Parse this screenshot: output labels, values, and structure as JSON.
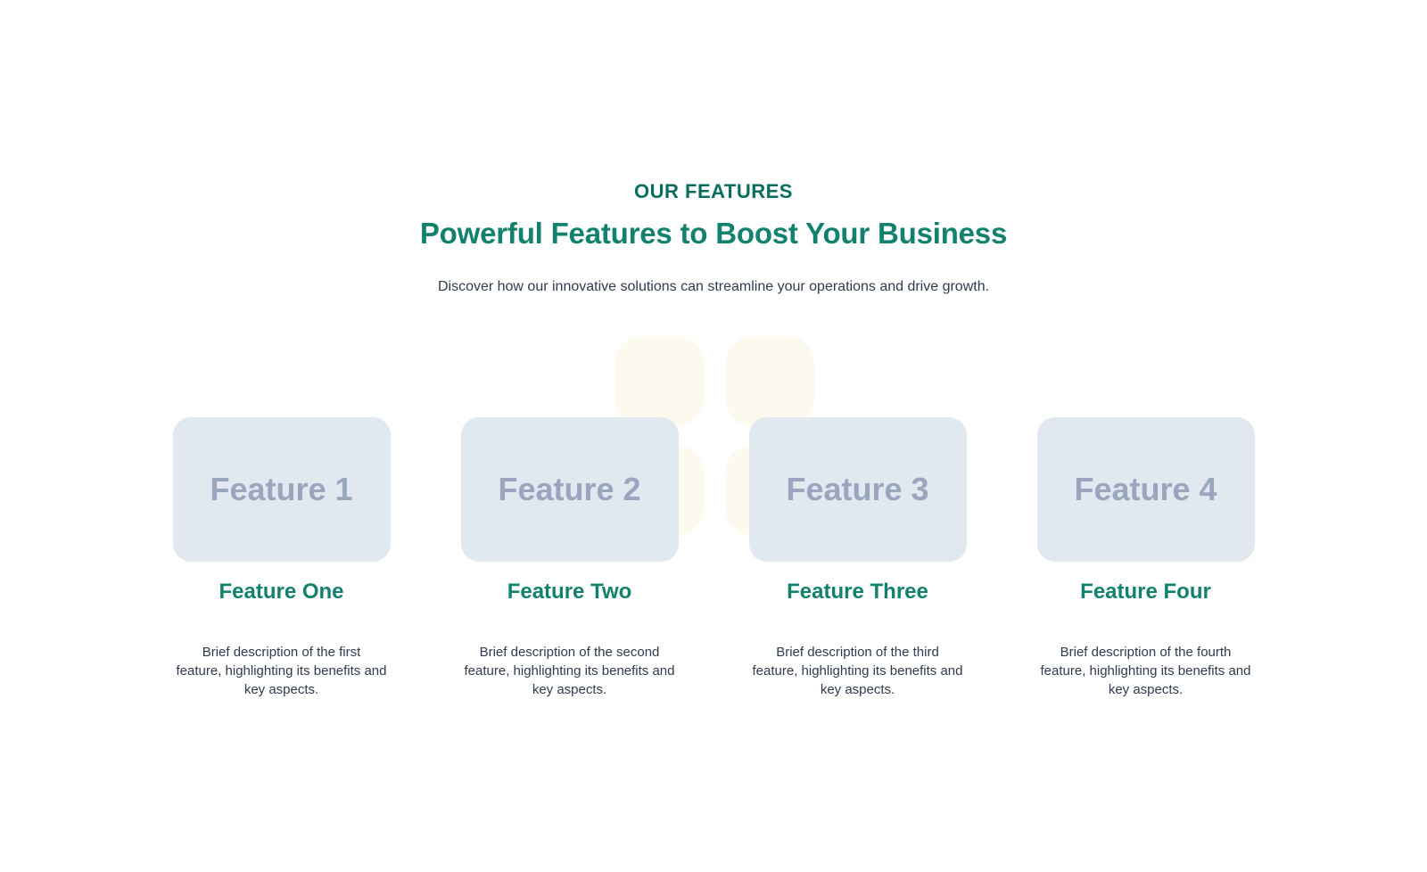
{
  "section": {
    "eyebrow": "OUR FEATURES",
    "title": "Powerful Features to Boost Your Business",
    "subtitle": "Discover how our innovative solutions can streamline your operations and drive growth."
  },
  "features": [
    {
      "placeholder": "Feature 1",
      "title": "Feature One",
      "description_lines": [
        "Brief description of the first",
        "feature, highlighting its benefits and",
        "key aspects."
      ]
    },
    {
      "placeholder": "Feature 2",
      "title": "Feature Two",
      "description_lines": [
        "Brief description of the second",
        "feature, highlighting its benefits and",
        "key aspects."
      ]
    },
    {
      "placeholder": "Feature 3",
      "title": "Feature Three",
      "description_lines": [
        "Brief description of the third",
        "feature, highlighting its benefits and",
        "key aspects."
      ]
    },
    {
      "placeholder": "Feature 4",
      "title": "Feature Four",
      "description_lines": [
        "Brief description of the fourth",
        "feature, highlighting its benefits and",
        "key aspects."
      ]
    }
  ],
  "colors": {
    "accent": "#12826E",
    "accent_dark": "#0A6E5F",
    "body_text": "#2F3B4E",
    "card_bg": "#E2E8F0",
    "card_text": "#9AA6BD",
    "decor": "#FCF9EF",
    "page_bg": "#FFFFFF"
  }
}
